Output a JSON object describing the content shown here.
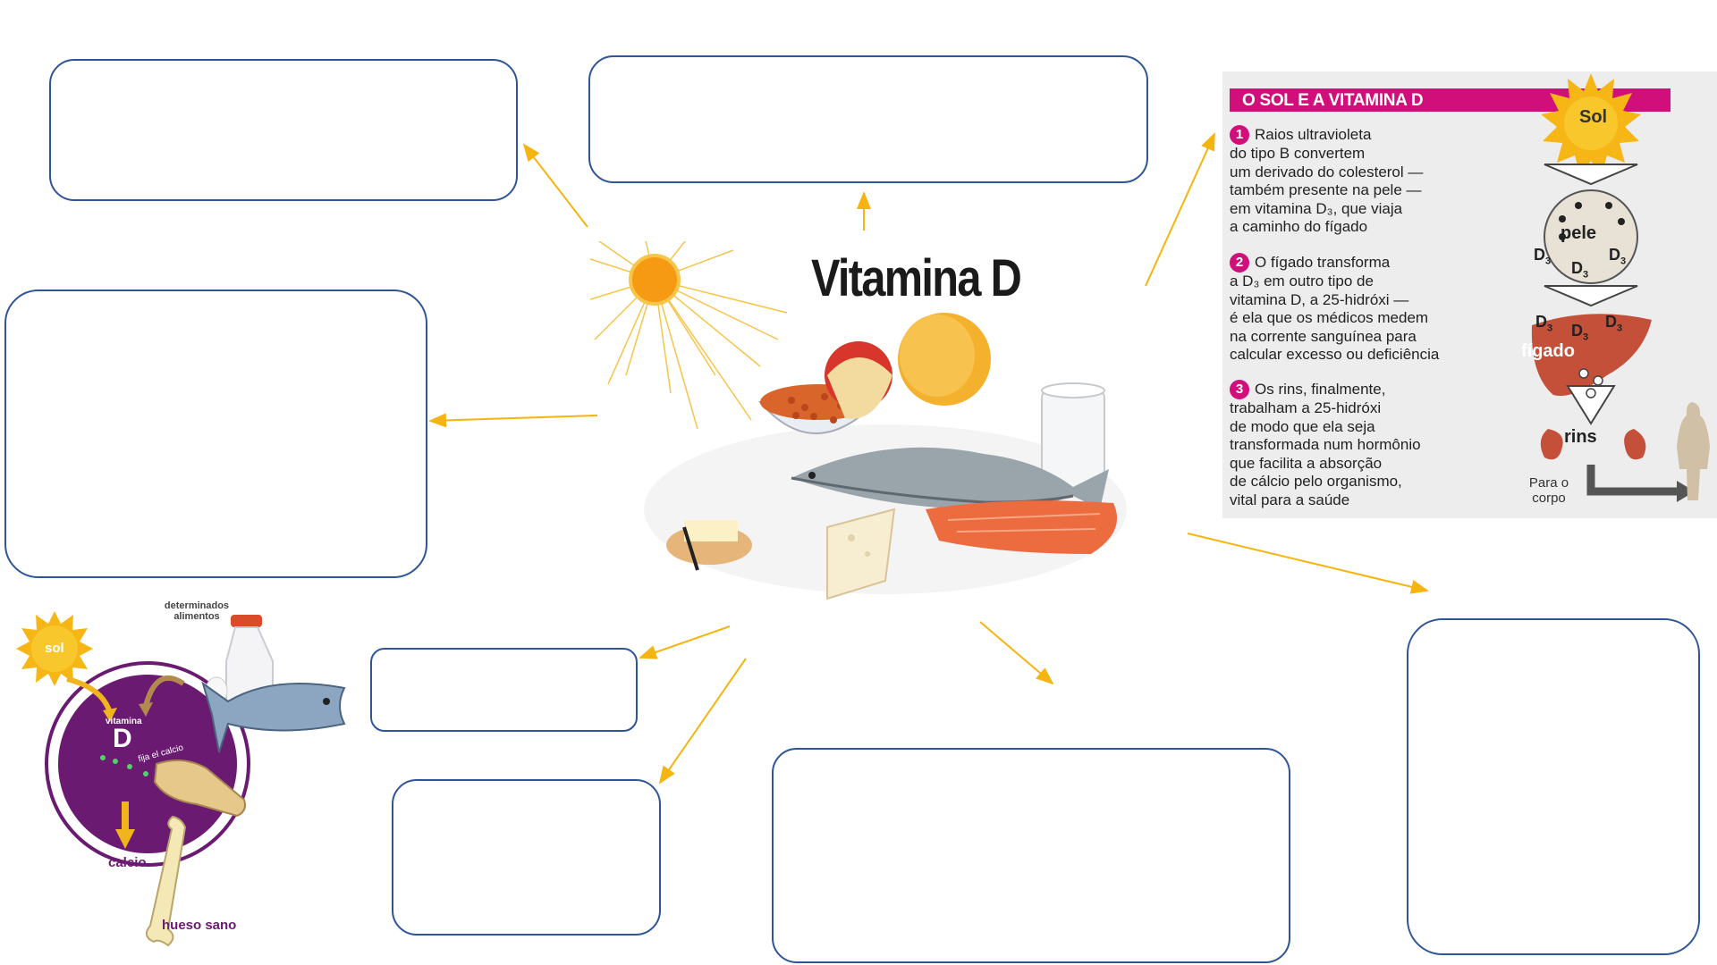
{
  "central": {
    "title": "Vitamina D"
  },
  "infographic": {
    "title": "O SOL E A VITAMINA D",
    "steps": [
      {
        "number": "1",
        "lines": [
          "Raios ultravioleta",
          "do tipo B convertem",
          "um derivado do colesterol —",
          "também presente na pele —",
          "em vitamina D₃, que viaja",
          "a caminho do fígado"
        ]
      },
      {
        "number": "2",
        "lines": [
          "O fígado transforma",
          "a D₃ em outro tipo de",
          "vitamina D, a 25-hidróxi —",
          "é ela que os médicos medem",
          "na corrente sanguínea para",
          "calcular excesso ou deficiência"
        ]
      },
      {
        "number": "3",
        "lines": [
          "Os rins, finalmente,",
          "trabalham a 25-hidróxi",
          "de modo que ela seja",
          "transformada num hormônio",
          "que facilita a absorção",
          "de cálcio pelo organismo,",
          "vital para a saúde"
        ]
      }
    ],
    "labels": {
      "sun": "Sol",
      "skin": "pele",
      "d3": "D",
      "d3_sub": "3",
      "liver": "fígado",
      "kidneys": "rins",
      "body": "Para o corpo"
    }
  },
  "calcium_diagram": {
    "sun": "sol",
    "foods": "determinados alimentos",
    "vitamin": "vitamina",
    "d": "D",
    "fixes": "fija el calcio",
    "calcium": "calcio",
    "bone": "hueso sano"
  },
  "colors": {
    "box_border": "#2f5597",
    "arrow": "#f5b40f",
    "accent": "#d10f7a",
    "purple": "#6b1a72"
  }
}
